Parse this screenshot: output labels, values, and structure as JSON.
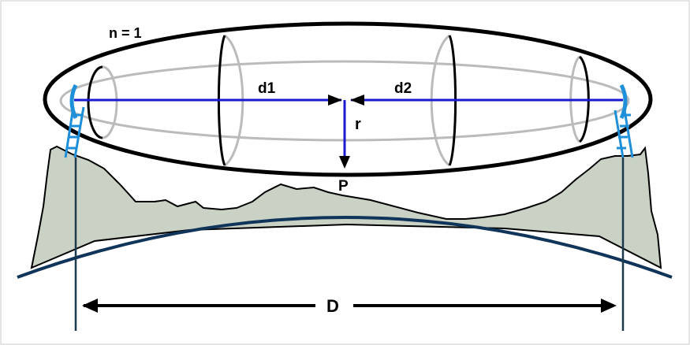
{
  "diagram": {
    "labels": {
      "n": "n = 1",
      "d1": "d1",
      "d2": "d2",
      "r": "r",
      "p": "P",
      "d": "D"
    },
    "colors": {
      "ellipse_outline": "#000000",
      "cross_section_front": "#000000",
      "cross_section_back": "#bbbbbb",
      "inner_ellipse": "#bbbbbb",
      "path_line": "#1a1ad0",
      "antenna": "#1e8fd8",
      "terrain_fill": "#c9d2c4",
      "terrain_stroke": "#000000",
      "earth_curve": "#10345a",
      "marker": "#000000"
    }
  }
}
